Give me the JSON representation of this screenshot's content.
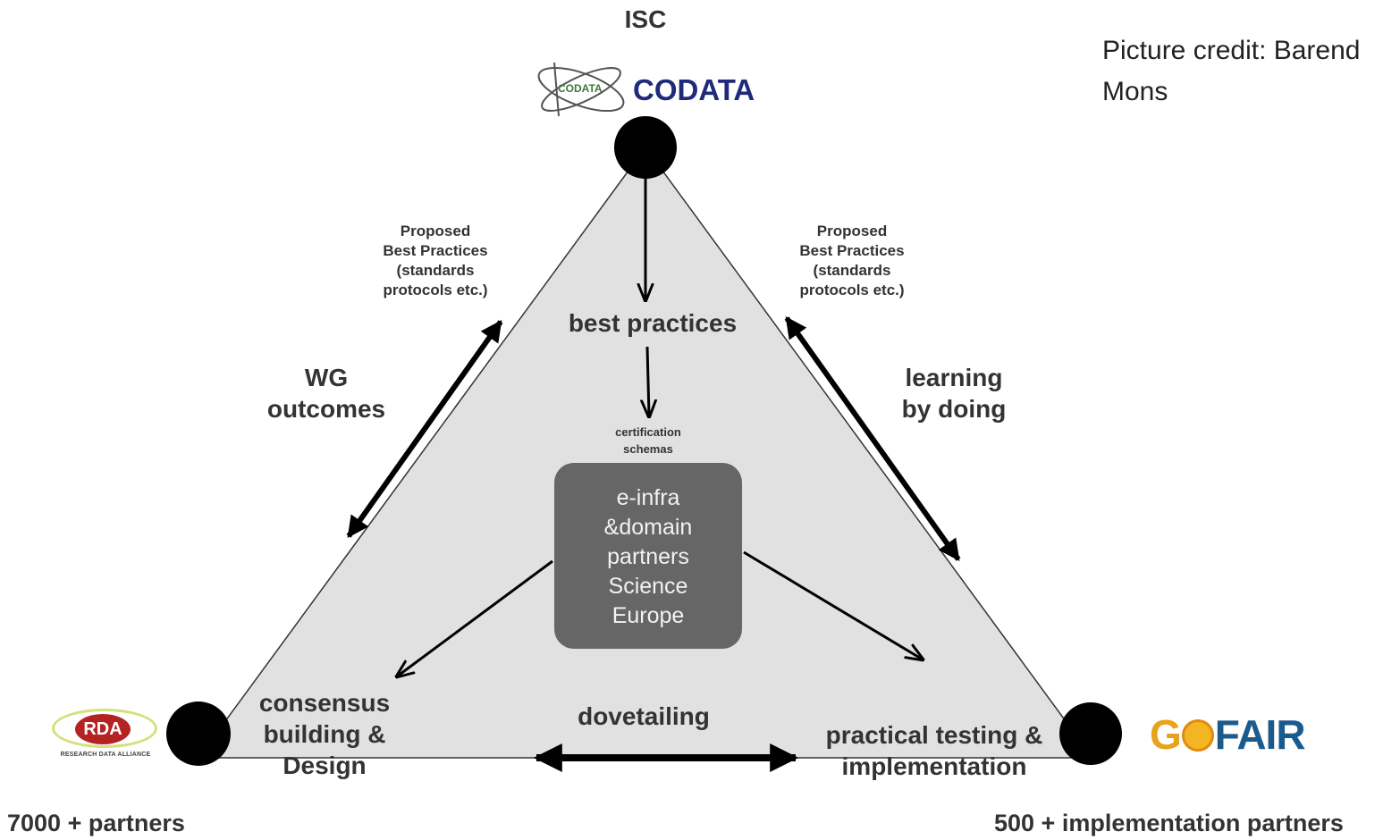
{
  "top_org": "ISC",
  "credit_line1": "Picture credit: Barend",
  "credit_line2": "Mons",
  "codata_logo_text": "CODATA",
  "codata_logo_small": "CODATA",
  "rda_badge": "RDA",
  "rda_subtitle": "RESEARCH DATA ALLIANCE",
  "gofair": {
    "g": "G",
    "fair": "FAIR"
  },
  "left_partners": "7000 + partners",
  "right_partners": "500 + implementation partners",
  "best_practices": "best practices",
  "certification": [
    "certification",
    "schemas"
  ],
  "proposed_left": [
    "Proposed",
    "Best Practices",
    "(standards",
    "protocols etc.)"
  ],
  "proposed_right": [
    "Proposed",
    "Best Practices",
    "(standards",
    "protocols etc.)"
  ],
  "wg_outcomes": [
    "WG",
    "outcomes"
  ],
  "learning": [
    "learning",
    "by doing"
  ],
  "center_box": [
    "e-infra",
    "&domain",
    "partners",
    "Science",
    "Europe"
  ],
  "consensus": [
    "consensus",
    "building &",
    "Design"
  ],
  "dovetailing": "dovetailing",
  "practical": [
    "practical testing &",
    "implementation"
  ],
  "colors": {
    "triangle_fill": "#e1e1e1",
    "node": "#000000",
    "box": "#666666",
    "codata_blue": "#1f2a7a",
    "gofair_orange": "#e8a21b",
    "gofair_blue": "#1b5a8c",
    "rda_red": "#b42222"
  }
}
